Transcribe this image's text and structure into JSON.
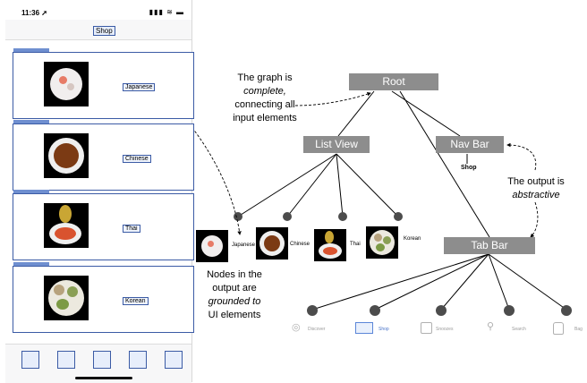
{
  "phone": {
    "status_time": "11:36 ➚",
    "status_icons": "▮▮▮ ≋ ▬",
    "nav_title": "Shop",
    "cells": [
      {
        "label": "Japanese"
      },
      {
        "label": "Chinese"
      },
      {
        "label": "Thai"
      },
      {
        "label": "Korean"
      }
    ]
  },
  "diagram": {
    "nodes": {
      "root": "Root",
      "list_view": "List View",
      "nav_bar": "Nav Bar",
      "tab_bar": "Tab Bar"
    },
    "nav_leaf": "Shop",
    "list_leaves": [
      "Japanese",
      "Chinese",
      "Thai",
      "Korean"
    ],
    "tab_leaves": [
      "Discover",
      "Shop",
      "Snoozes",
      "Search",
      "Bag"
    ],
    "annotations": {
      "complete_1": "The graph is",
      "complete_2": "complete,",
      "complete_3": "connecting all",
      "complete_4": "input elements",
      "abstractive_1": "The output is",
      "abstractive_2": "abstractive",
      "grounded_1": "Nodes in the",
      "grounded_2": "output are",
      "grounded_3": "grounded to",
      "grounded_4": "UI elements"
    }
  }
}
